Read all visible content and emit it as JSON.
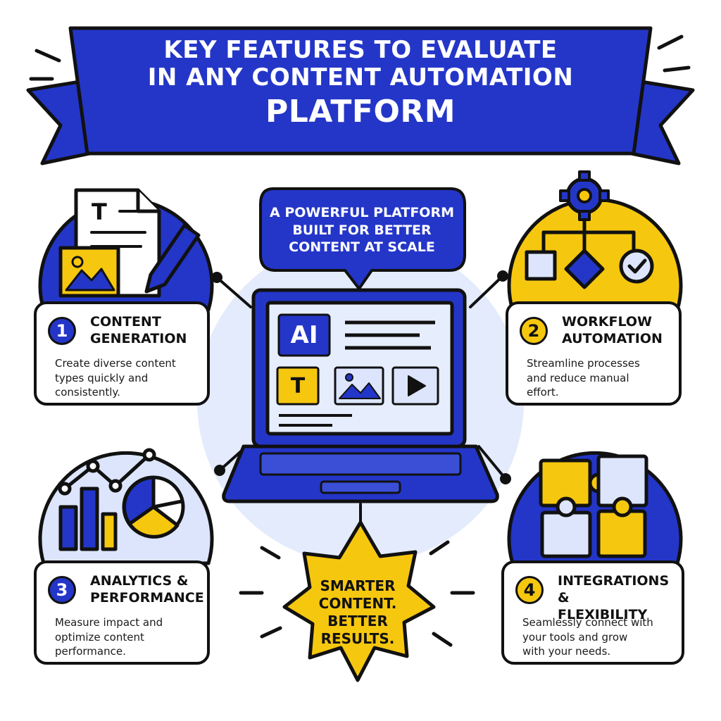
{
  "banner": {
    "line1": "Key Features to Evaluate",
    "line2": "in Any Content Automation",
    "line3": "Platform"
  },
  "bubble": {
    "line1": "A Powerful Platform",
    "line2": "Built for Better",
    "line3": "Content at Scale"
  },
  "laptop": {
    "ai_label": "AI",
    "t_label": "T",
    "icons": [
      "text-lines-icon",
      "image-icon",
      "play-icon"
    ]
  },
  "features": [
    {
      "number": "1",
      "title_line1": "Content",
      "title_line2": "Generation",
      "desc_line1": "Create diverse content",
      "desc_line2": "types quickly and",
      "desc_line3": "consistently.",
      "icon": "document-pencil-icon"
    },
    {
      "number": "2",
      "title_line1": "Workflow",
      "title_line2": "Automation",
      "desc_line1": "Streamline processes",
      "desc_line2": "and reduce manual",
      "desc_line3": "effort.",
      "icon": "gear-workflow-icon"
    },
    {
      "number": "3",
      "title_line1": "Analytics &",
      "title_line2": "Performance",
      "desc_line1": "Measure impact and",
      "desc_line2": "optimize content",
      "desc_line3": "performance.",
      "icon": "chart-icon"
    },
    {
      "number": "4",
      "title_line1": "Integrations &",
      "title_line2": "Flexibility",
      "desc_line1": "Seamlessly connect with",
      "desc_line2": "your tools and grow",
      "desc_line3": "with your needs.",
      "icon": "puzzle-icon"
    }
  ],
  "burst": {
    "line1": "Smarter",
    "line2": "Content.",
    "line3": "Better",
    "line4": "Results."
  },
  "colors": {
    "blue": "#2436c8",
    "yellow": "#f6c70f",
    "light_blue": "#dce5fb",
    "ink": "#111111"
  }
}
